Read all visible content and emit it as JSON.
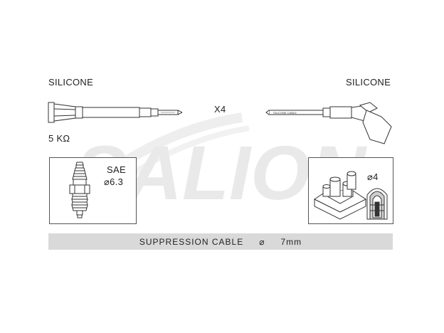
{
  "labels": {
    "left_material": "SILICONE",
    "right_material": "SILICONE",
    "quantity": "X4",
    "resistance": "5 KΩ",
    "sae": "SAE",
    "sae_diameter": "⌀6.3",
    "coil_diameter": "⌀4"
  },
  "cable_print": "SILICONE CABLE",
  "watermark": "SALION",
  "footer": {
    "cable_type": "SUPPRESSION CABLE",
    "diameter_symbol": "⌀",
    "diameter_value": "7mm"
  },
  "colors": {
    "line": "#333333",
    "footer_bar": "#d9d9d9",
    "watermark": "#e6e6e6"
  }
}
